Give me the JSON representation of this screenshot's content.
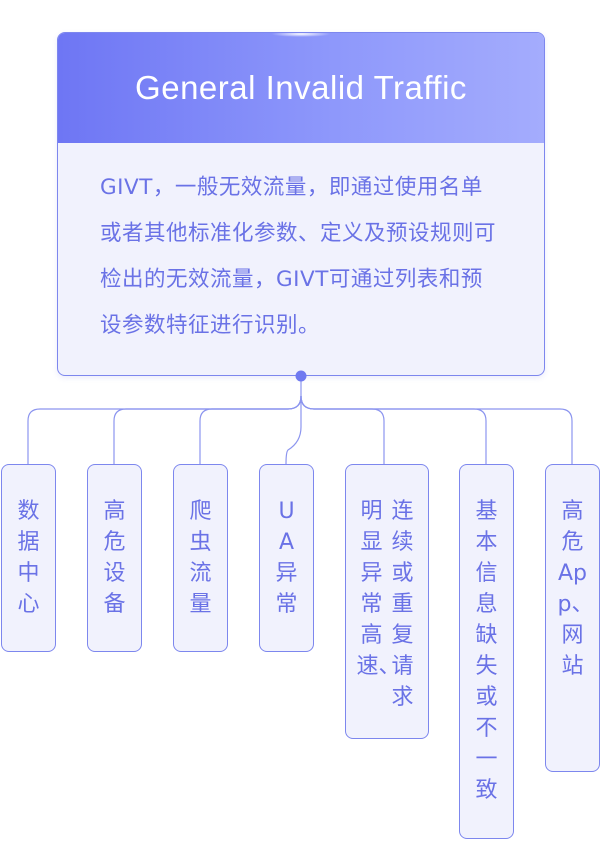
{
  "main": {
    "title": "General Invalid Traffic",
    "description": "GIVT，一般无效流量，即通过使用名单或者其他标准化参数、定义及预设规则可检出的无效流量，GIVT可通过列表和预设参数特征进行识别。"
  },
  "categories": [
    {
      "columns": [
        "数据中心"
      ]
    },
    {
      "columns": [
        "高危设备"
      ]
    },
    {
      "columns": [
        "爬虫流量"
      ]
    },
    {
      "columns": [
        "UA异常"
      ]
    },
    {
      "columns": [
        "连续或重复请求",
        "明显异常高速、"
      ]
    },
    {
      "columns": [
        "基本信息缺失或不一致"
      ]
    },
    {
      "columns": [
        "高危App、网站"
      ]
    }
  ],
  "colors": {
    "accent": "#7d87ee",
    "text": "#6a72e6",
    "header_gradient_start": "#6e76f4",
    "header_gradient_end": "#a4acfd",
    "card_background": "#f1f2fd"
  }
}
